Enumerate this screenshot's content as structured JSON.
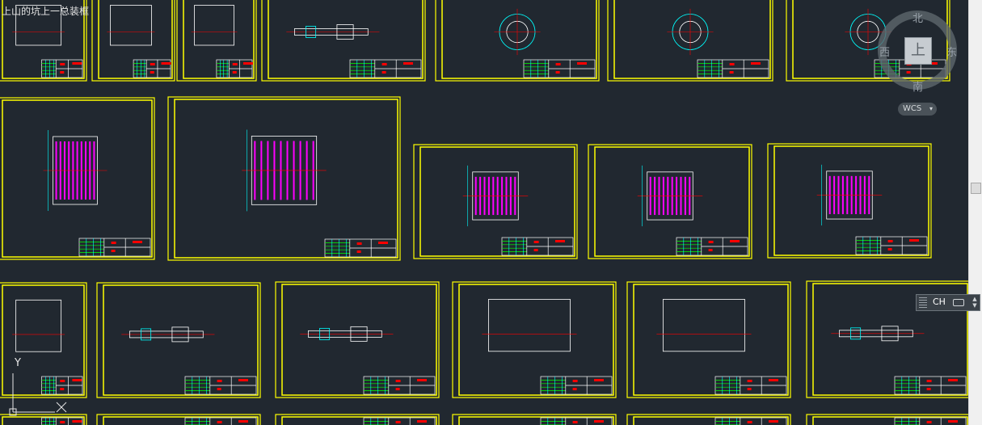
{
  "tab_fragment": "上山的坑上一总装框",
  "viewcube": {
    "north": "北",
    "south": "南",
    "west": "西",
    "east": "东",
    "top_face": "上",
    "wcs_label": "WCS"
  },
  "ucs": {
    "y_label": "Y"
  },
  "ime": {
    "label": "CH"
  },
  "colors": {
    "background": "#212830",
    "sheet_border": "#ffff00",
    "magenta": "#ff00ff",
    "cyan": "#00ffff",
    "green": "#00ff00",
    "red": "#ff0000",
    "white": "#ffffff"
  }
}
